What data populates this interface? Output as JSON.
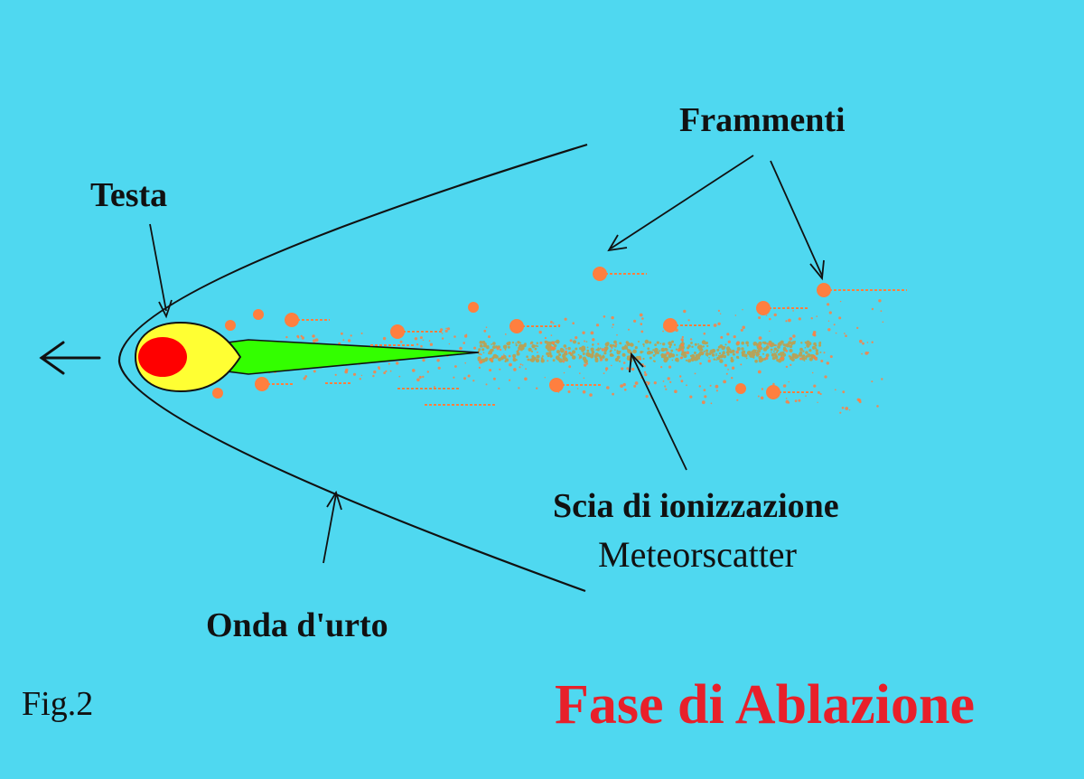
{
  "labels": {
    "testa": "Testa",
    "frammenti": "Frammenti",
    "scia": "Scia di ionizzazione",
    "meteorscatter": "Meteorscatter",
    "onda": "Onda d'urto",
    "fig": "Fig.2",
    "title": "Fase di Ablazione"
  },
  "colors": {
    "background": "#4fd8f0",
    "head_outer": "#ffff33",
    "head_core": "#ff0000",
    "wake_green": "#33ff00",
    "fragment": "#ff7f3f",
    "ion_dust": "#b5a35a",
    "title": "#e8202a",
    "line": "#111111"
  },
  "icons": {
    "direction": "left-arrow-icon"
  }
}
